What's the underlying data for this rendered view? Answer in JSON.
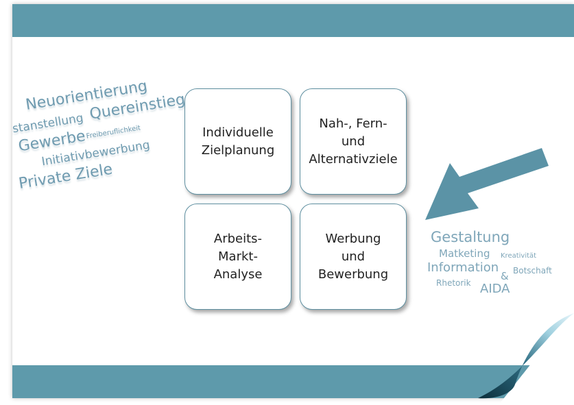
{
  "boxes": [
    {
      "label": "Individuelle\nZielplanung"
    },
    {
      "label": "Nah-, Fern-\nund\nAlternativziele"
    },
    {
      "label": "Arbeits-\nMarkt-\nAnalyse"
    },
    {
      "label": "Werbung\nund\nBewerbung"
    }
  ],
  "cloud_left": {
    "neuorientierung": "Neuorientierung",
    "festanstellung": "Festanstellung",
    "quereinstieg": "Quereinstieg",
    "gewerbe": "Gewerbe",
    "freiberuflichkeit": "Freiberuflichkeit",
    "initiativbewerbung": "Initiativbewerbung",
    "private_ziele": "Private Ziele"
  },
  "cloud_right": {
    "gestaltung": "Gestaltung",
    "marketing": "Matketing",
    "kreativitaet": "Kreativität",
    "information": "Information",
    "und": "&",
    "botschaft": "Botschaft",
    "rhetorik": "Rhetorik",
    "aida": "AIDA"
  },
  "colors": {
    "band": "#5e9aab",
    "box_border": "#5e8fa0",
    "arrow": "#5b93a6",
    "cloud_text": "#6f9bb0"
  }
}
